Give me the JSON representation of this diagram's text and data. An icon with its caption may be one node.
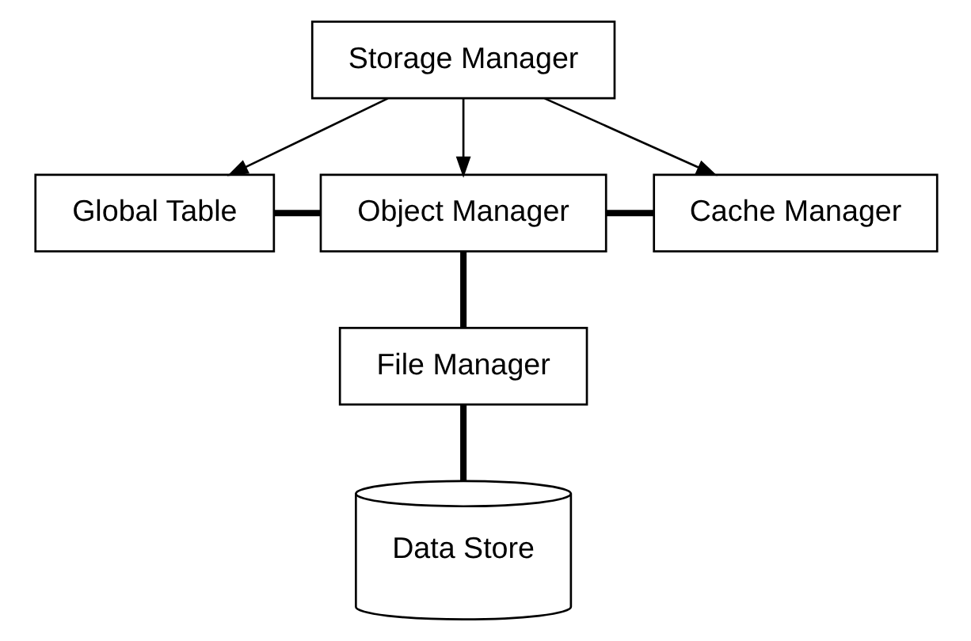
{
  "diagram": {
    "nodes": [
      {
        "text": [
          "Storage Manager"
        ]
      },
      {
        "text": [
          "Global Table"
        ]
      },
      {
        "text": [
          "Object Manager"
        ]
      },
      {
        "text": [
          "Cache Manager"
        ]
      },
      {
        "text": [
          "File Manager"
        ]
      },
      {
        "text": [
          "Data Store"
        ]
      }
    ],
    "edges": [
      {
        "from": 0,
        "to": 1,
        "arrow": "to"
      },
      {
        "from": 0,
        "to": 2,
        "arrow": "to"
      },
      {
        "from": 0,
        "to": 3,
        "arrow": "to"
      },
      {
        "from": 1,
        "to": 2,
        "arrow": "none"
      },
      {
        "from": 2,
        "to": 3,
        "arrow": "none"
      },
      {
        "from": 2,
        "to": 4,
        "arrow": "none"
      },
      {
        "from": 4,
        "to": 5,
        "arrow": "none"
      }
    ]
  }
}
